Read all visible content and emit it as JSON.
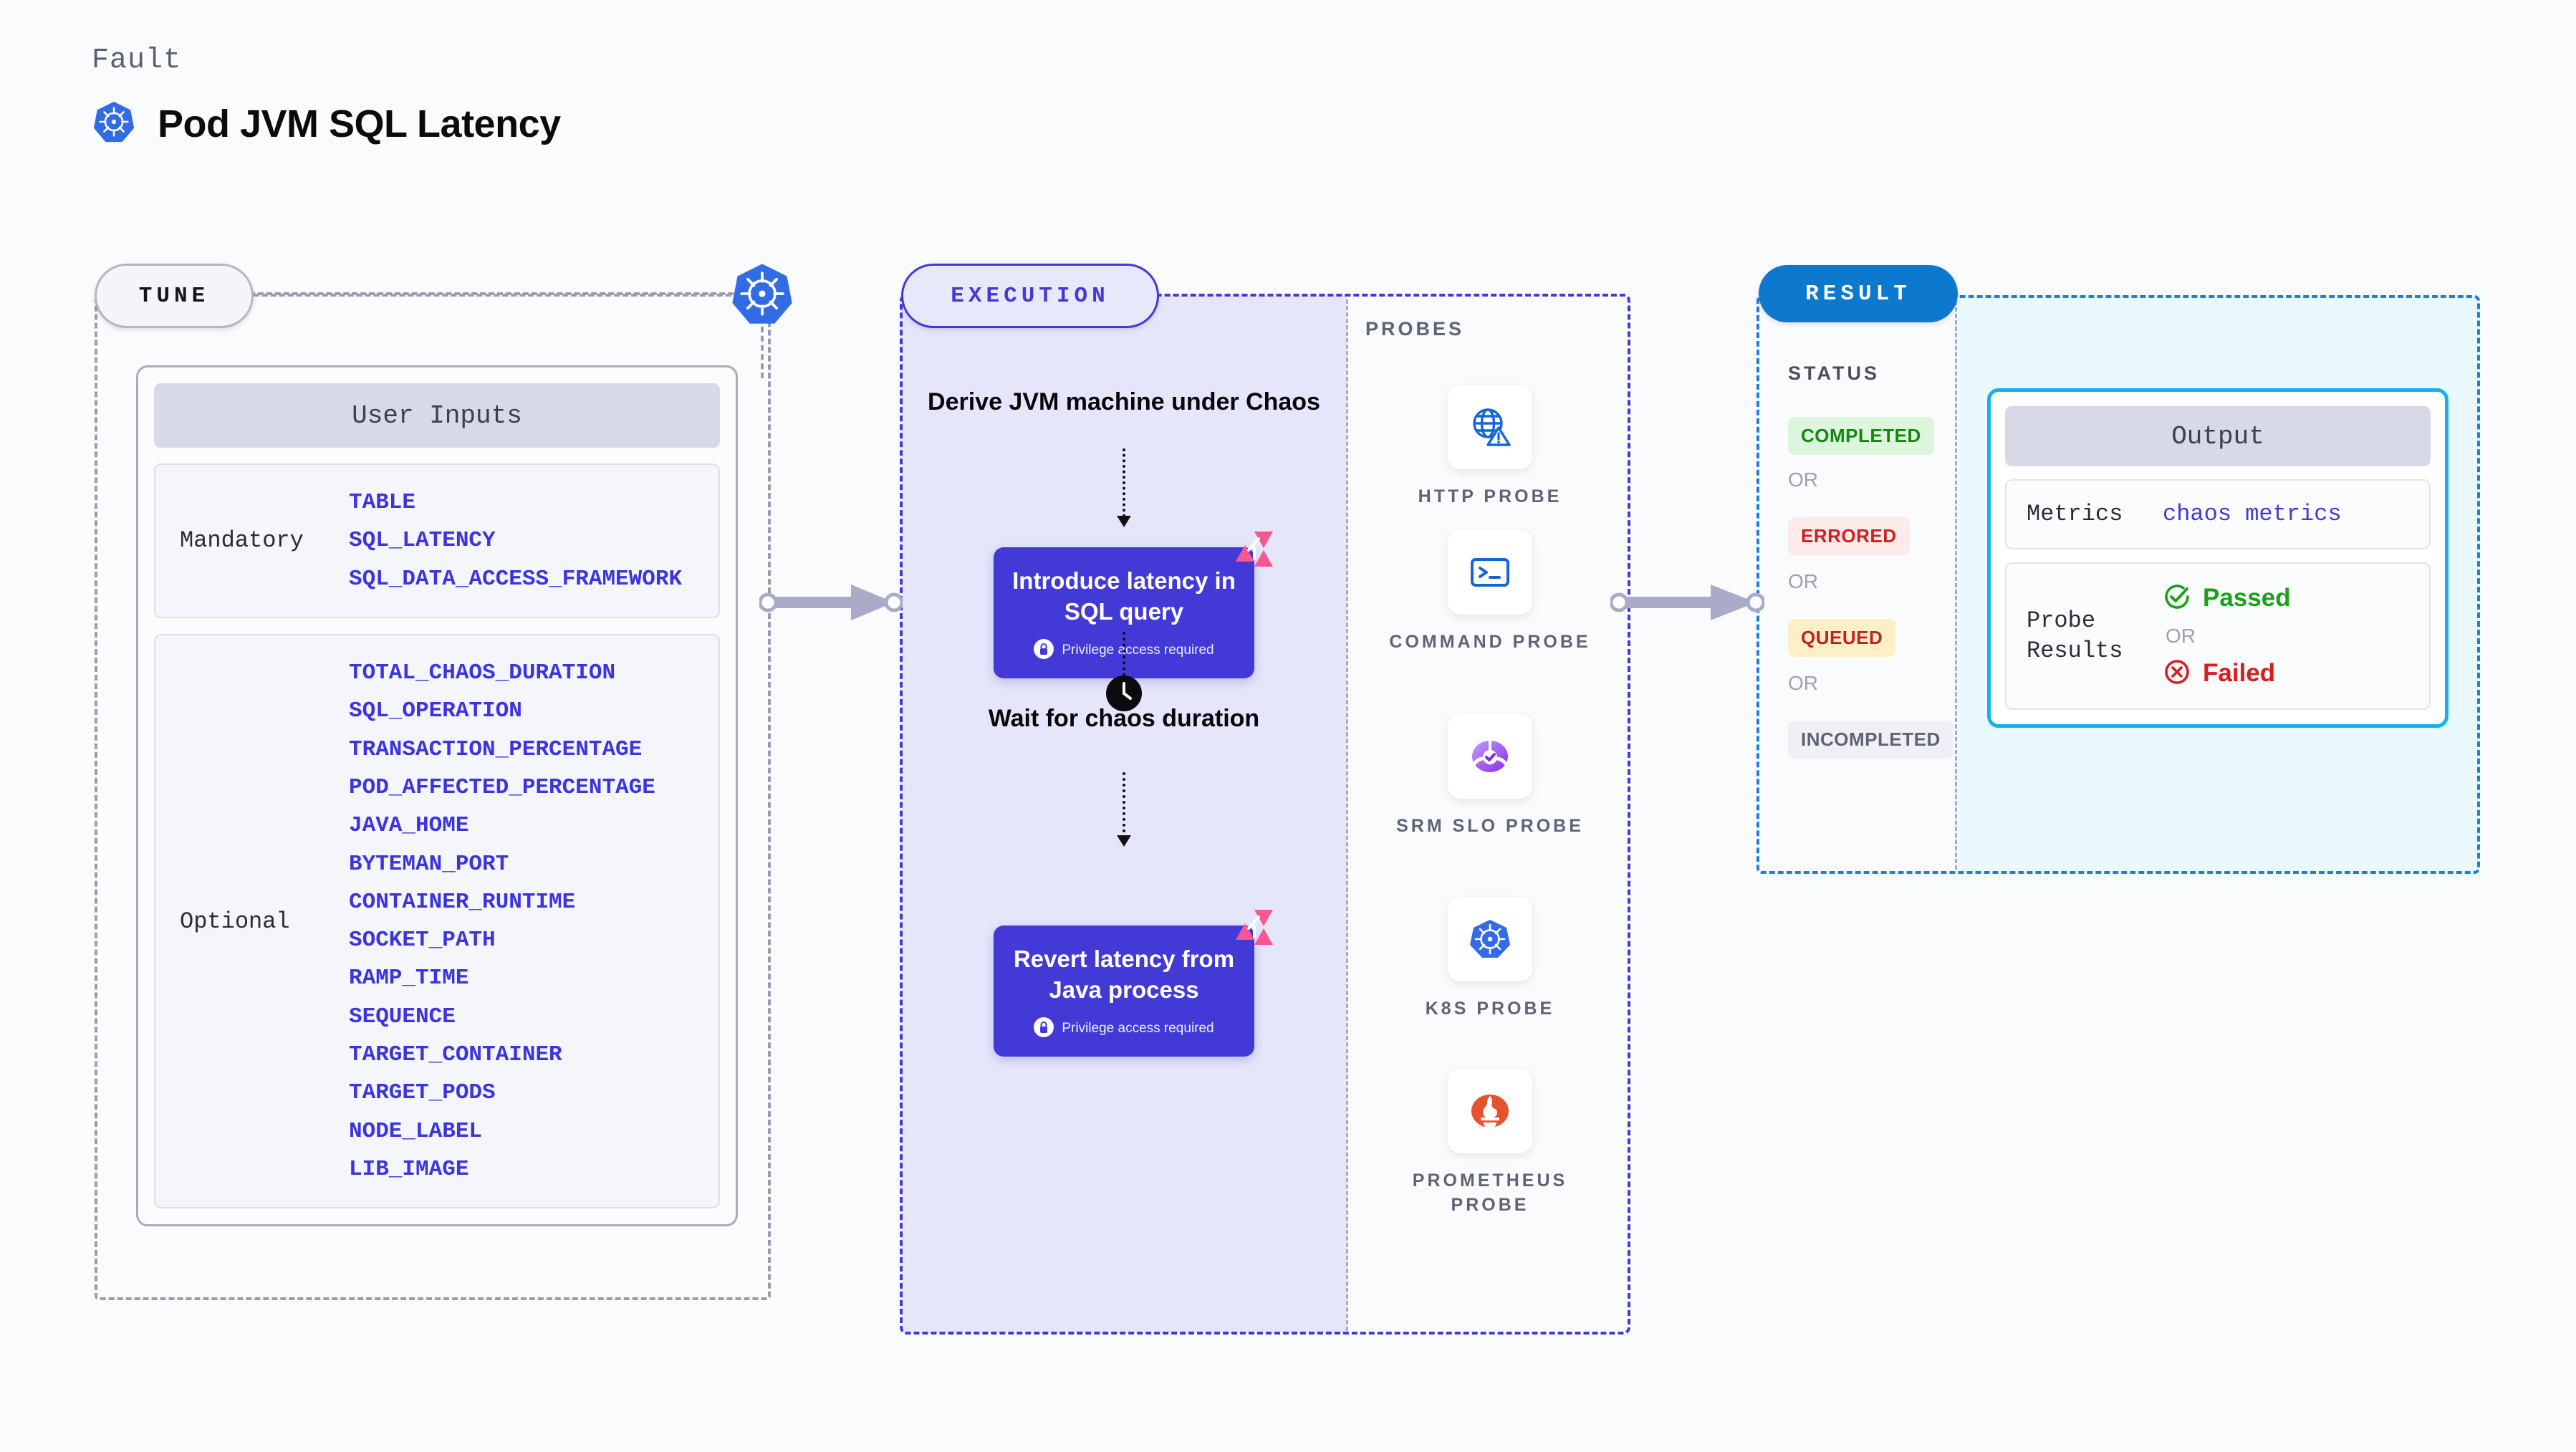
{
  "header": {
    "kicker": "Fault",
    "title": "Pod JVM SQL Latency",
    "icon": "kubernetes-icon"
  },
  "tune": {
    "pill_label": "TUNE",
    "badge_icon": "kubernetes-icon",
    "card_title": "User Inputs",
    "groups": [
      {
        "label": "Mandatory",
        "params": [
          "TABLE",
          "SQL_LATENCY",
          "SQL_DATA_ACCESS_FRAMEWORK"
        ]
      },
      {
        "label": "Optional",
        "params": [
          "TOTAL_CHAOS_DURATION",
          "SQL_OPERATION",
          "TRANSACTION_PERCENTAGE",
          "POD_AFFECTED_PERCENTAGE",
          "JAVA_HOME",
          "BYTEMAN_PORT",
          "CONTAINER_RUNTIME",
          "SOCKET_PATH",
          "RAMP_TIME",
          "SEQUENCE",
          "TARGET_CONTAINER",
          "TARGET_PODS",
          "NODE_LABEL",
          "LIB_IMAGE"
        ]
      }
    ]
  },
  "execution": {
    "pill_label": "EXECUTION",
    "step_derive": "Derive JVM machine under Chaos",
    "step_wait": "Wait for chaos duration",
    "wait_icon": "clock-icon",
    "boxes": [
      {
        "title": "Introduce latency in SQL query",
        "privilege": "Privilege access required",
        "lock_icon": "lock-icon",
        "corner_icon": "harness-chaos-icon"
      },
      {
        "title": "Revert latency from Java process",
        "privilege": "Privilege access required",
        "lock_icon": "lock-icon",
        "corner_icon": "harness-chaos-icon"
      }
    ]
  },
  "probes": {
    "section_label": "PROBES",
    "items": [
      {
        "name": "HTTP PROBE",
        "icon": "globe-warning-icon"
      },
      {
        "name": "COMMAND PROBE",
        "icon": "terminal-icon"
      },
      {
        "name": "SRM SLO PROBE",
        "icon": "srm-slo-icon"
      },
      {
        "name": "K8S PROBE",
        "icon": "kubernetes-icon"
      },
      {
        "name": "PROMETHEUS PROBE",
        "icon": "prometheus-icon"
      }
    ]
  },
  "result": {
    "pill_label": "RESULT",
    "status_label": "STATUS",
    "or_label": "OR",
    "statuses": [
      {
        "label": "COMPLETED",
        "bg": "#ddf5dd",
        "fg": "#128712"
      },
      {
        "label": "ERRORED",
        "bg": "#fcebeb",
        "fg": "#cf1f1f"
      },
      {
        "label": "QUEUED",
        "bg": "#fdf0c9",
        "fg": "#c51f1f"
      },
      {
        "label": "INCOMPLETED",
        "bg": "#eef0f5",
        "fg": "#5f6377"
      }
    ],
    "output": {
      "title": "Output",
      "metrics_label": "Metrics",
      "metrics_value": "chaos metrics",
      "probe_results_label": "Probe Results",
      "passed_label": "Passed",
      "failed_label": "Failed",
      "or_label": "OR",
      "passed_icon": "check-circle-icon",
      "failed_icon": "x-circle-icon"
    }
  },
  "colors": {
    "accent_purple": "#4339d6",
    "accent_blue": "#0c78ce",
    "accent_cyan": "#16b0ea",
    "k8s_blue": "#326ce5",
    "pink": "#f9578f",
    "param_blue": "#3b34e0",
    "pass_green": "#18a218",
    "fail_red": "#d41f1f"
  }
}
